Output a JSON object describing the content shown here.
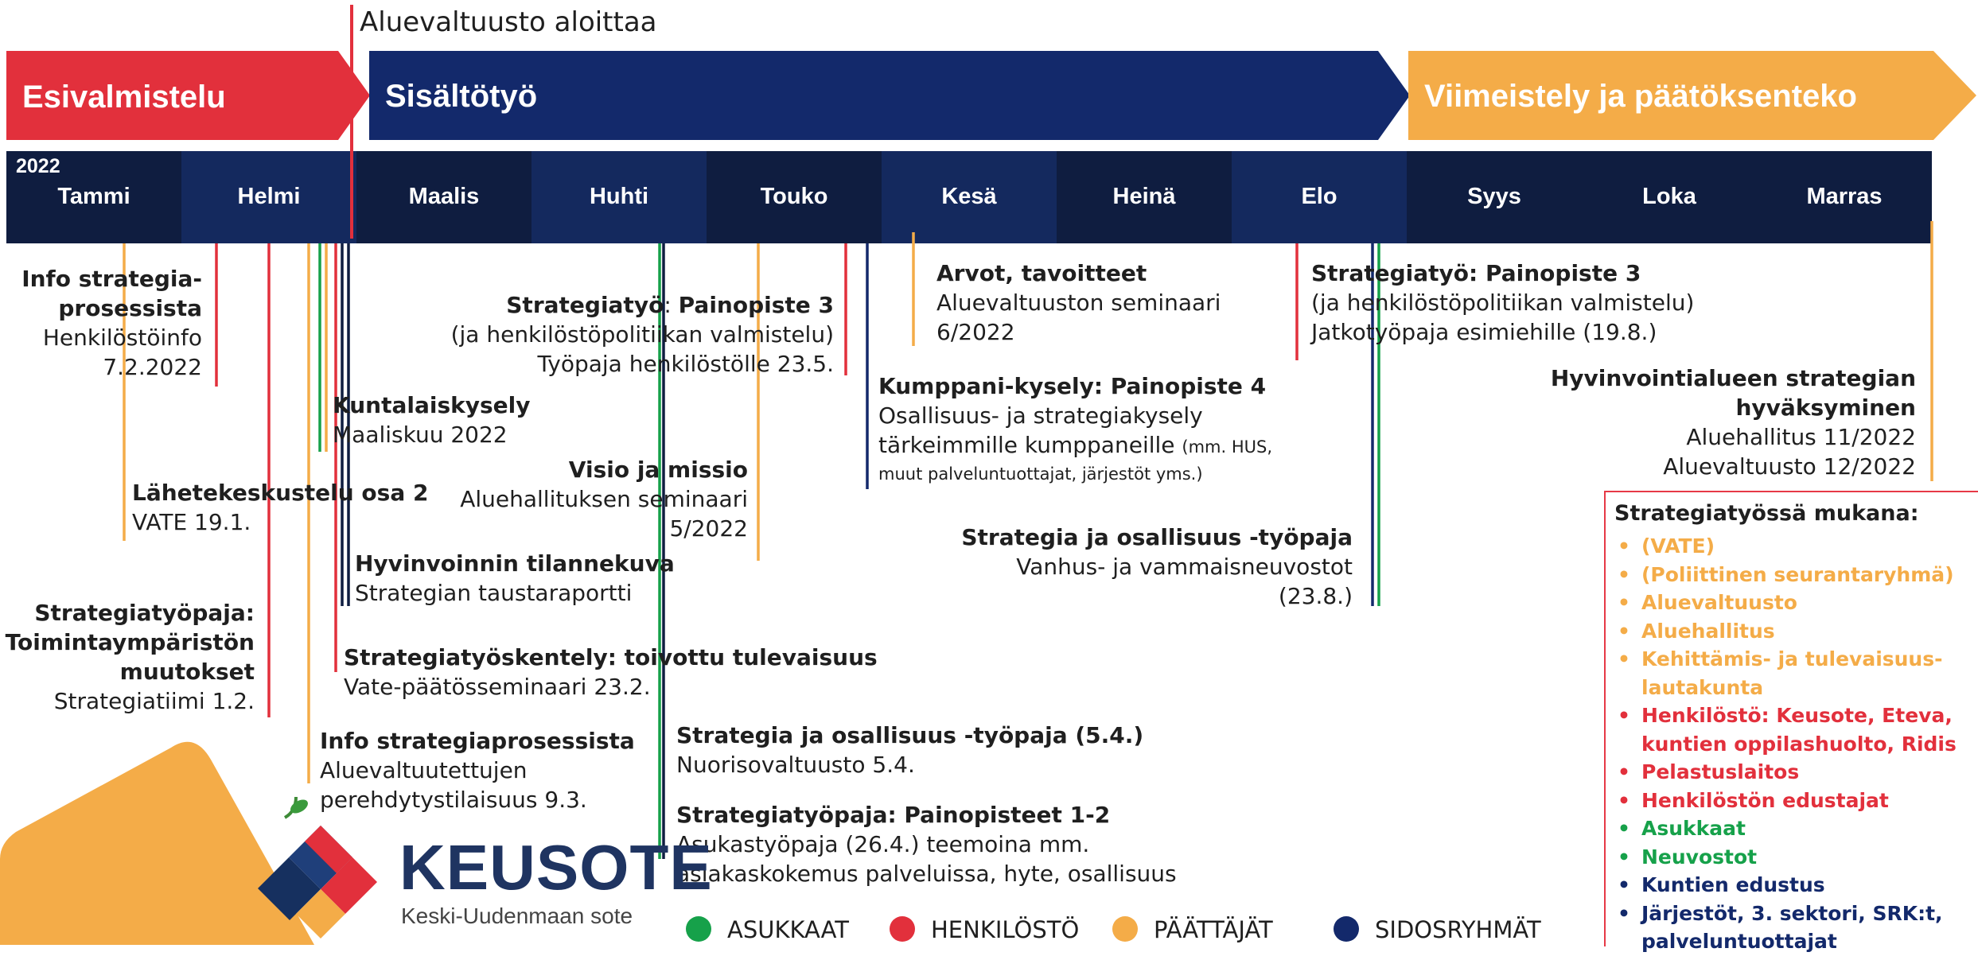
{
  "colors": {
    "red": "#e2303c",
    "navy": "#13296b",
    "orange": "#f4ac48",
    "green": "#16a14a",
    "month_dark": "#0f1d40",
    "month_light": "#14295e"
  },
  "milestone": "Aluevaltuusto aloittaa",
  "phases": {
    "prep": "Esivalmistelu",
    "content": "Sisältötyö",
    "final": "Viimeistely ja päätöksenteko"
  },
  "timeline": {
    "year": "2022",
    "months": [
      "Tammi",
      "Helmi",
      "Maalis",
      "Huhti",
      "Touko",
      "Kesä",
      "Heinä",
      "Elo",
      "Syys",
      "Loka",
      "Marras"
    ]
  },
  "events": {
    "info_staff": {
      "title1": "Info strategia-",
      "title2": "prosessista",
      "line1": "Henkilöstöinfo",
      "line2": "7.2.2022"
    },
    "referral": {
      "title": "Lähetekeskustelu osa 2",
      "line1": "VATE 19.1."
    },
    "workshop_env": {
      "title1": "Strategiatyöpaja:",
      "title2": "Toimintaympäristön",
      "title3": "muutokset",
      "line1": "Strategiatiimi 1.2."
    },
    "municipal_survey": {
      "title": "Kuntalaiskysely",
      "line1": "Maaliskuu 2022"
    },
    "wellbeing": {
      "title": "Hyvinvoinnin tilannekuva",
      "line1": "Strategian taustaraportti"
    },
    "future": {
      "title": "Strategiatyöskentely: toivottu tulevaisuus",
      "line1": "Vate-päätösseminaari 23.2."
    },
    "info_councillors": {
      "title": "Info strategiaprosessista",
      "line1": "Aluevaltuutettujen",
      "line2": "perehdytystilaisuus 9.3."
    },
    "focus3_may": {
      "title_a": "Strategiatyö",
      "title_b": ": ",
      "title_c": "Painopiste 3",
      "line1": "(ja henkilöstöpolitiikan valmistelu)",
      "line2": "Työpaja henkilöstölle 23.5."
    },
    "vision": {
      "title": "Visio ja missio",
      "line1": "Aluehallituksen seminaari",
      "line2": "5/2022"
    },
    "youth": {
      "title": "Strategia ja osallisuus -työpaja (5.4.)",
      "line1": "Nuorisovaltuusto 5.4."
    },
    "focus12": {
      "title": "Strategiatyöpaja: Painopisteet 1-2",
      "line1": "Asukastyöpaja (26.4.) teemoina mm.",
      "line2": "asiakaskokemus palveluissa, hyte, osallisuus"
    },
    "values": {
      "title": "Arvot, tavoitteet",
      "line1": "Aluevaltuuston seminaari",
      "line2": "6/2022"
    },
    "partner": {
      "title": "Kumppani-kysely: Painopiste 4",
      "line1": "Osallisuus- ja strategiakysely",
      "line2_a": "tärkeimmille kumppaneille ",
      "line2_b": "(mm. HUS,",
      "line3": "muut palveluntuottajat, järjestöt yms.)"
    },
    "elderly": {
      "title": "Strategia ja osallisuus -työpaja",
      "line1": "Vanhus- ja vammaisneuvostot",
      "line2": "(23.8.)"
    },
    "focus3_aug": {
      "title": "Strategiatyö: Painopiste 3",
      "line1": "(ja henkilöstöpolitiikan valmistelu)",
      "line2": "Jatkotyöpaja esimiehille (19.8.)"
    },
    "approval": {
      "title1": "Hyvinvointialueen strategian",
      "title2": "hyväksyminen",
      "line1": "Aluehallitus 11/2022",
      "line2": "Aluevaltuusto 12/2022"
    }
  },
  "participants": {
    "title": "Strategiatyössä mukana:",
    "items": [
      {
        "label": "(VATE)",
        "color": "#f4ac48"
      },
      {
        "label": "(Poliittinen seurantaryhmä)",
        "color": "#f4ac48"
      },
      {
        "label": "Aluevaltuusto",
        "color": "#f4ac48"
      },
      {
        "label": "Aluehallitus",
        "color": "#f4ac48"
      },
      {
        "label": "Kehittämis- ja tulevaisuus-",
        "color": "#f4ac48"
      },
      {
        "label": "lautakunta",
        "color": "#f4ac48",
        "nobullet": true
      },
      {
        "label": "Henkilöstö: Keusote, Eteva,",
        "color": "#e2303c"
      },
      {
        "label": "kuntien oppilashuolto, Ridis",
        "color": "#e2303c",
        "nobullet": true
      },
      {
        "label": "Pelastuslaitos",
        "color": "#e2303c"
      },
      {
        "label": "Henkilöstön edustajat",
        "color": "#e2303c"
      },
      {
        "label": "Asukkaat",
        "color": "#16a14a"
      },
      {
        "label": "Neuvostot",
        "color": "#16a14a"
      },
      {
        "label": "Kuntien edustus",
        "color": "#13296b"
      },
      {
        "label": "Järjestöt, 3. sektori, SRK:t,",
        "color": "#13296b"
      },
      {
        "label": "palveluntuottajat",
        "color": "#13296b",
        "nobullet": true
      }
    ]
  },
  "legend": {
    "residents": "ASUKKAAT",
    "staff": "HENKILÖSTÖ",
    "decision_makers": "PÄÄTTÄJÄT",
    "stakeholders": "SIDOSRYHMÄT"
  },
  "logo": {
    "name": "KEUSOTE",
    "subtitle": "Keski-Uudenmaan sote"
  }
}
